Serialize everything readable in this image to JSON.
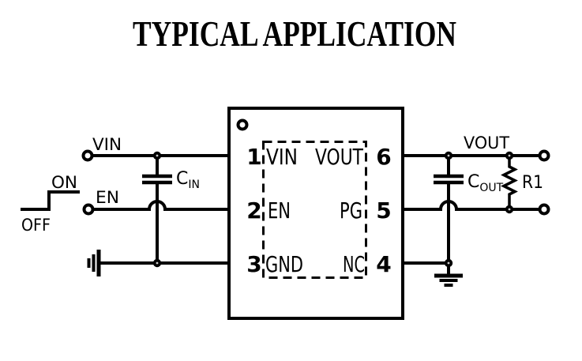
{
  "title": "TYPICAL APPLICATION",
  "colors": {
    "ink": "#000000",
    "background": "#ffffff"
  },
  "ic": {
    "pin_numbers": {
      "p1": "1",
      "p2": "2",
      "p3": "3",
      "p4": "4",
      "p5": "5",
      "p6": "6"
    },
    "pin_names": {
      "p1": "VIN",
      "p2": "EN",
      "p3": "GND",
      "p4": "NC",
      "p5": "PG",
      "p6": "VOUT"
    }
  },
  "labels": {
    "vin": "VIN",
    "en": "EN",
    "on": "ON",
    "off": "OFF",
    "vout": "VOUT",
    "r1": "R1",
    "cin_base": "C",
    "cin_sub": "IN",
    "cout_base": "C",
    "cout_sub": "OUT"
  },
  "icons": {
    "ground_left": "earth-ground-icon",
    "ground_right": "earth-ground-icon",
    "pin1_marker": "pin1-indicator-dot"
  }
}
